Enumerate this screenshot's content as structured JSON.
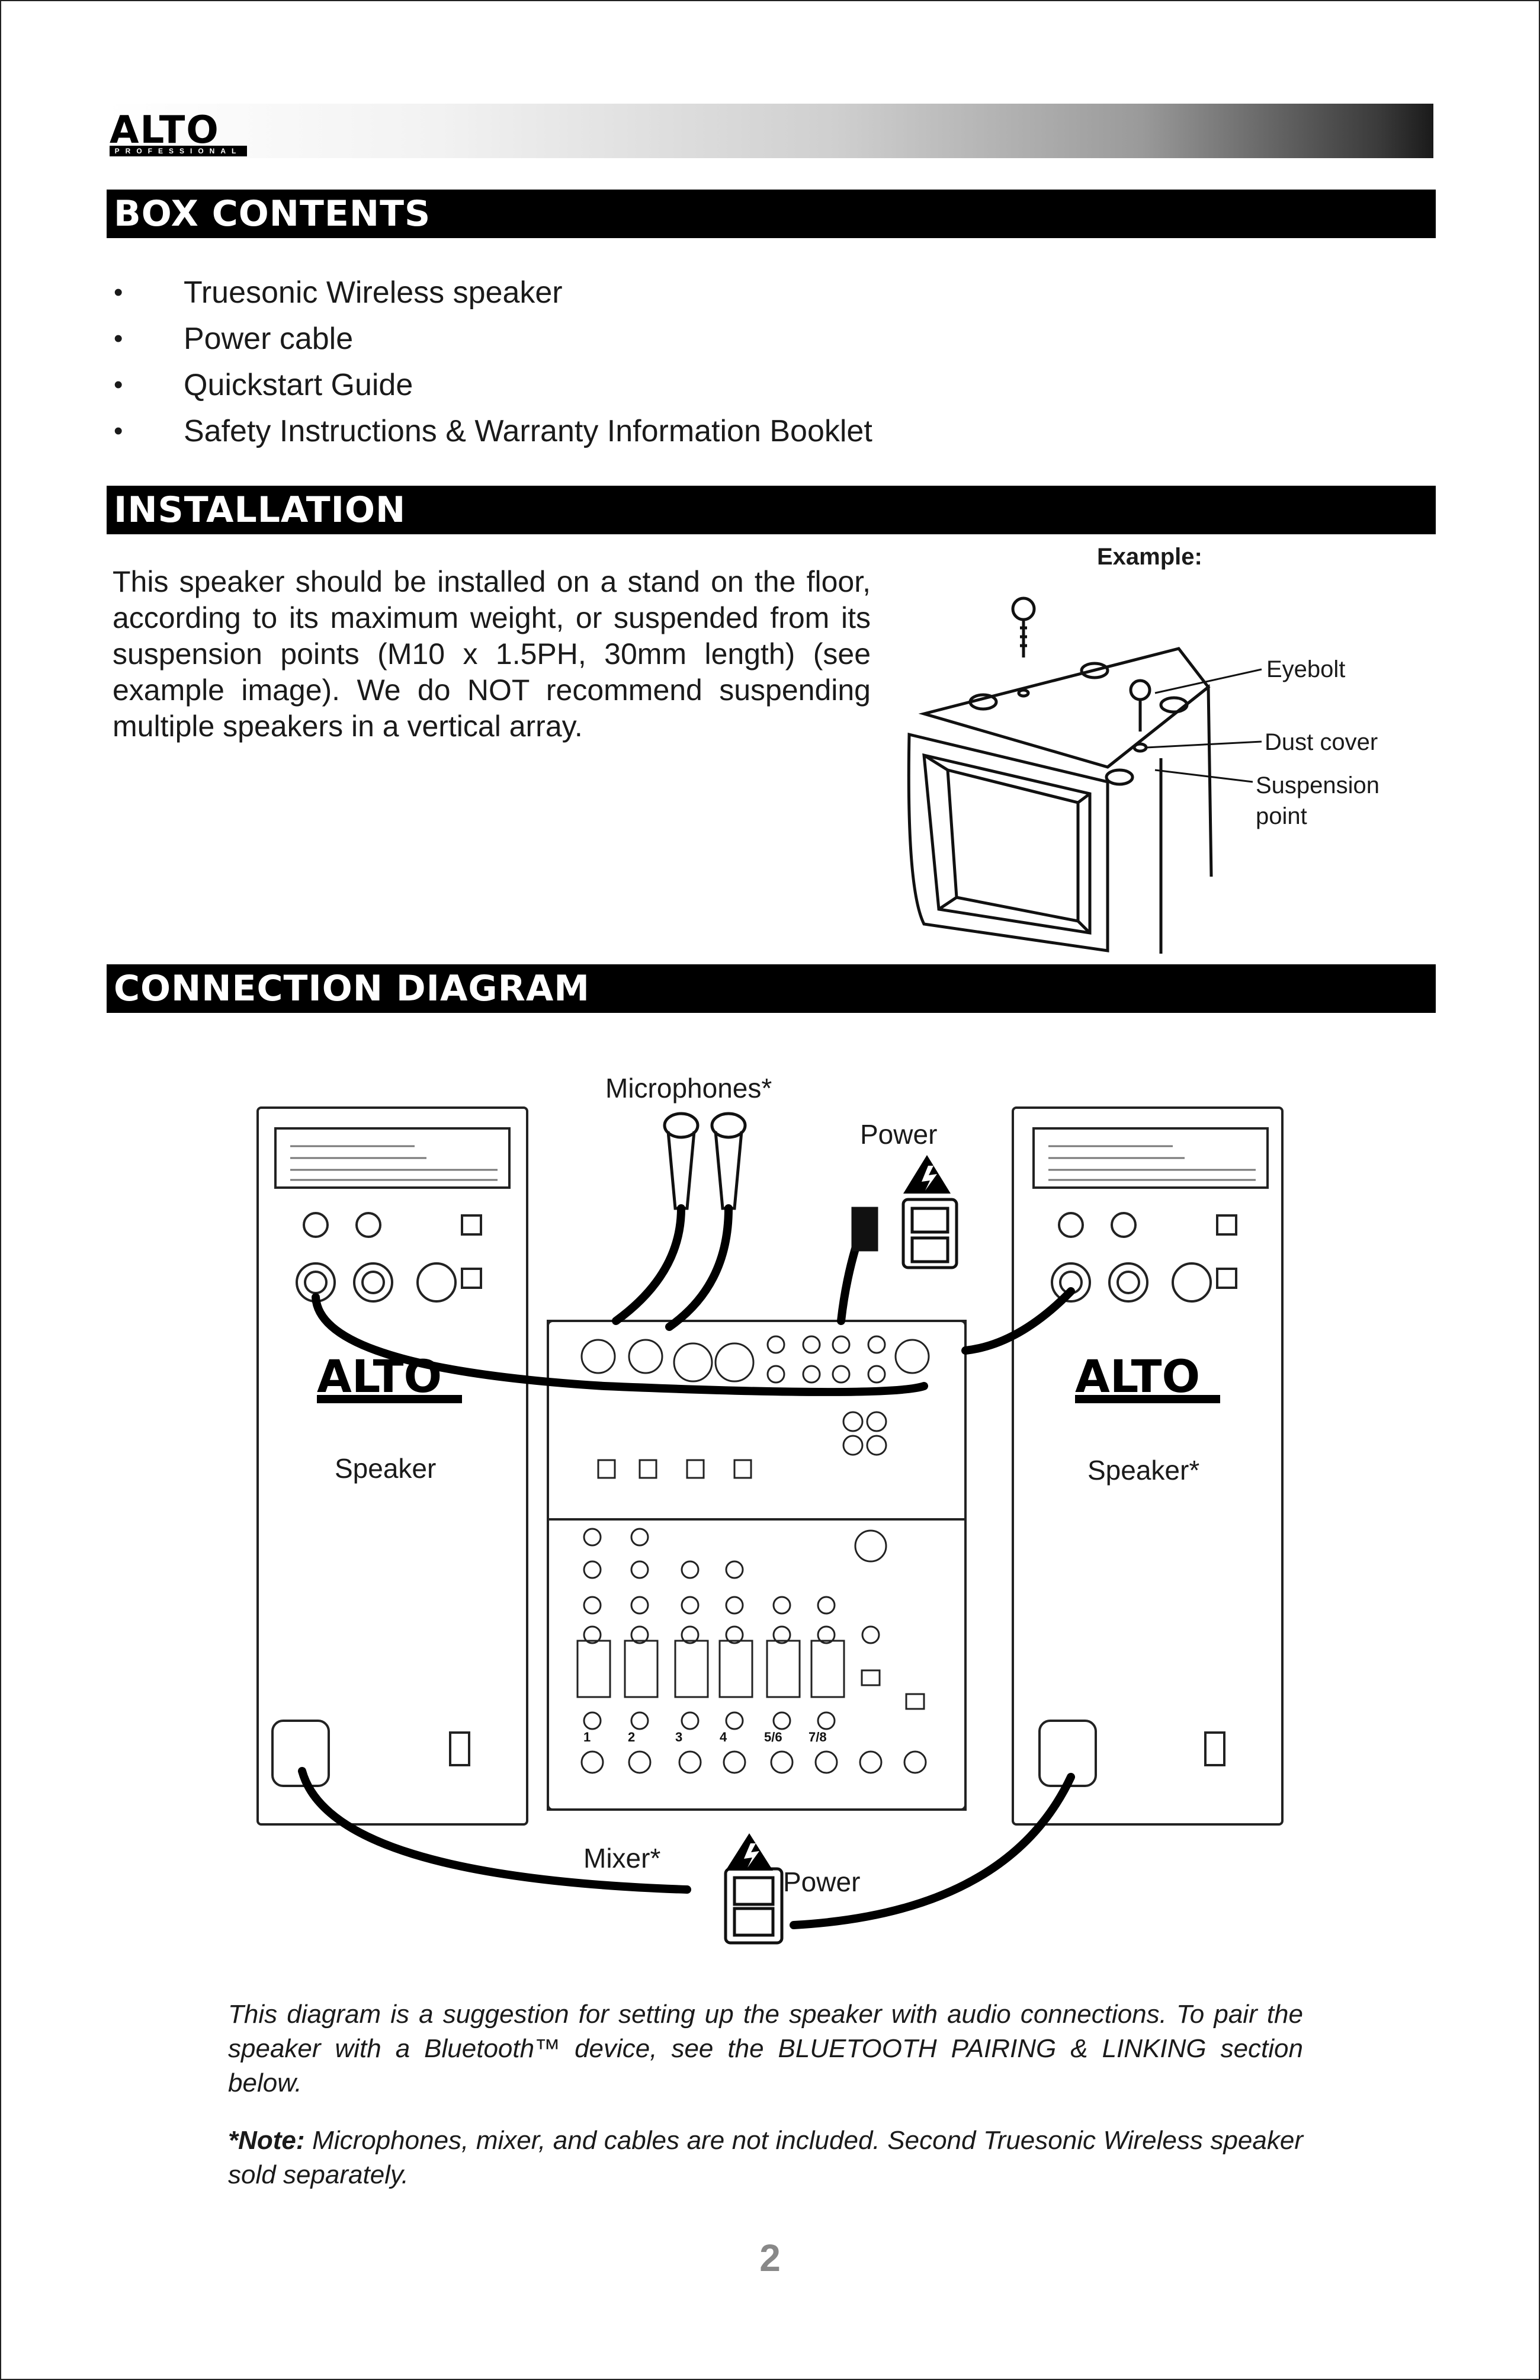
{
  "header": {
    "brand": "ALTO",
    "brand_sub": "PROFESSIONAL"
  },
  "box_contents": {
    "title": "BOX CONTENTS",
    "items": [
      "Truesonic Wireless speaker",
      "Power cable",
      "Quickstart Guide",
      "Safety Instructions & Warranty Information Booklet"
    ]
  },
  "installation": {
    "title": "INSTALLATION",
    "body": "This speaker should be installed on a stand on the floor, according to its maximum weight, or suspended from its suspension points (M10 x 1.5PH, 30mm length) (see example image). We do NOT recommend suspending multiple speakers in a vertical array.",
    "example_label": "Example:",
    "callouts": {
      "eyebolt": "Eyebolt",
      "dust_cover": "Dust cover",
      "suspension_point_line1": "Suspension",
      "suspension_point_line2": "point"
    }
  },
  "connection": {
    "title": "CONNECTION DIAGRAM",
    "labels": {
      "microphones": "Microphones*",
      "power_top": "Power",
      "speaker_left": "Speaker",
      "speaker_right": "Speaker*",
      "mixer": "Mixer*",
      "power_bottom": "Power",
      "channel_labels": [
        "1",
        "2",
        "3",
        "4",
        "5/6",
        "7/8"
      ]
    },
    "caption": "This diagram is a suggestion for setting up the speaker with audio connections. To pair the speaker with a Bluetooth™ device, see the BLUETOOTH PAIRING & LINKING section below.",
    "note_label": "*Note:",
    "note_body": " Microphones, mixer, and cables are not included. Second Truesonic Wireless speaker sold separately."
  },
  "page_number": "2"
}
